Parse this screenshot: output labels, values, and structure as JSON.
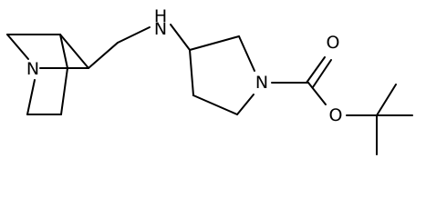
{
  "diagram": {
    "type": "chemical-structure",
    "atom_labels": {
      "amine_nh": "H",
      "amine_n": "N",
      "bridgehead_n": "N",
      "pyrrolidine_n": "N",
      "ester_o": "O",
      "carbonyl_o": "O"
    },
    "bond_color": "#000000"
  }
}
